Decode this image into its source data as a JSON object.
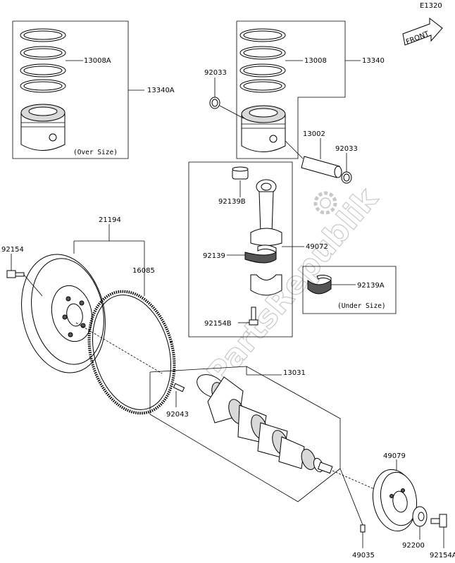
{
  "diagram_code": "E1320",
  "front_label": "FRONT",
  "watermark": "PartsRepublik",
  "oversize_note": "(Over Size)",
  "undersize_note": "(Under Size)",
  "parts": {
    "p13008A": "13008A",
    "p13340A": "13340A",
    "p13008": "13008",
    "p13340": "13340",
    "p92033a": "92033",
    "p13002": "13002",
    "p92033b": "92033",
    "p92139B": "92139B",
    "p49072": "49072",
    "p92139": "92139",
    "p92154B": "92154B",
    "p92139A": "92139A",
    "p21194": "21194",
    "p92154": "92154",
    "p16085": "16085",
    "p13031": "13031",
    "p92043": "92043",
    "p49079": "49079",
    "p92200": "92200",
    "p92154A": "92154A",
    "p49035": "49035"
  }
}
